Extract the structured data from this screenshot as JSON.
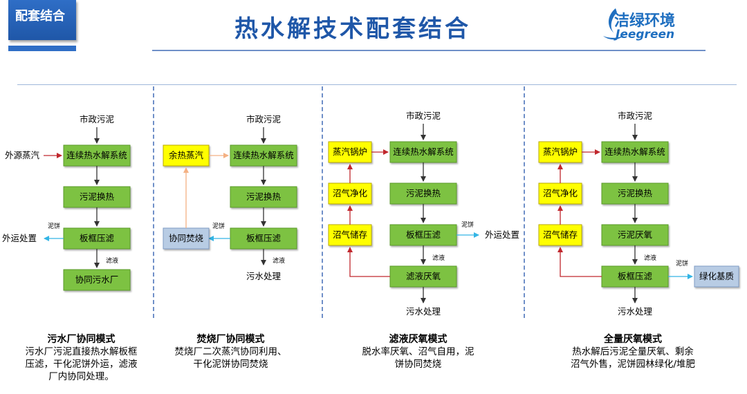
{
  "header": {
    "tag": "配套结合",
    "title": "热水解技术配套结合",
    "logo_cn": "洁绿环境",
    "logo_en": "Jeegreen"
  },
  "labels": {
    "municipal_sludge": "市政污泥",
    "cont_thp": "连续热水解系统",
    "sludge_hx": "污泥换热",
    "plate_filter": "板框压滤",
    "filtrate": "滤液",
    "cake": "泥饼",
    "ext_steam": "外源蒸汽",
    "ext_disposal": "外运处置",
    "coop_wwtp": "协同污水厂",
    "waste_steam": "余热蒸汽",
    "coop_incin": "协同焚烧",
    "ww_treat": "污水处理",
    "steam_boiler": "蒸汽锅炉",
    "biogas_purify": "沼气净化",
    "biogas_store": "沼气储存",
    "filtrate_ad": "滤液厌氧",
    "sludge_ad": "污泥厌氧",
    "green_substrate": "绿化基质"
  },
  "captions": [
    {
      "title": "污水厂协同模式",
      "lines": [
        "污水厂污泥直接热水解板框",
        "压滤，干化泥饼外运，滤液",
        "厂内协同处理。"
      ]
    },
    {
      "title": "焚烧厂协同模式",
      "lines": [
        "焚烧厂二次蒸汽协同利用、",
        "干化泥饼协同焚烧"
      ]
    },
    {
      "title": "滤液厌氧模式",
      "lines": [
        "脱水率厌氧、沼气自用，泥",
        "饼协同焚烧"
      ]
    },
    {
      "title": "全量厌氧模式",
      "lines": [
        "热水解后污泥全量厌氧、剩余",
        "沼气外售，泥饼园林绿化/堆肥"
      ]
    }
  ],
  "colors": {
    "green_box": "#7dc242",
    "yellow_box": "#ffff00",
    "blue_box": "#b8cce4",
    "red_arrow": "#c0272d",
    "cyan_arrow": "#33b5e5",
    "peach_arrow": "#f4b183"
  }
}
